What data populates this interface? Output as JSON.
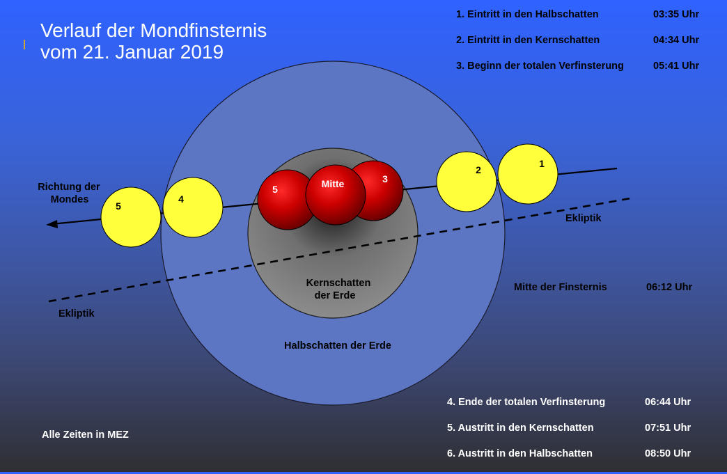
{
  "title": {
    "line1": "Verlauf der Mondfinsternis",
    "line2": "vom 21. Januar 2019"
  },
  "times_top": [
    {
      "label": "1. Eintritt in den Halbschatten",
      "time": "03:35 Uhr"
    },
    {
      "label": "2. Eintritt in den Kernschatten",
      "time": "04:34 Uhr"
    },
    {
      "label": "3. Beginn der totalen Verfinsterung",
      "time": "05:41 Uhr"
    }
  ],
  "middle": {
    "label": "Mitte der Finsternis",
    "time": "06:12 Uhr"
  },
  "times_bottom": [
    {
      "label": "4. Ende der totalen Verfinsterung",
      "time": "06:44 Uhr"
    },
    {
      "label": "5. Austritt in den Kernschatten",
      "time": "07:51 Uhr"
    },
    {
      "label": "6. Austritt in den Halbschatten",
      "time": "08:50 Uhr"
    }
  ],
  "note": "Alle Zeiten in MEZ",
  "diagram": {
    "penumbra_label": "Halbschatten der Erde",
    "umbra_label_1": "Kernschatten",
    "umbra_label_2": "der Erde",
    "direction_label_1": "Richtung der",
    "direction_label_2": "Mondes",
    "ecliptic_right": "Ekliptik",
    "ecliptic_left": "Ekliptik",
    "moon_labels": {
      "m1": "1",
      "m2": "2",
      "m3": "3",
      "mitte": "Mitte",
      "m5red": "5",
      "m4": "4",
      "m5": "5"
    }
  },
  "colors": {
    "penumbra": "#5c76c4",
    "umbra": "#808080",
    "moon_yellow": "#ffff3b",
    "moon_red": "#c00000",
    "background_top": "#2f62ff",
    "background_bottom": "#2f2f33"
  }
}
